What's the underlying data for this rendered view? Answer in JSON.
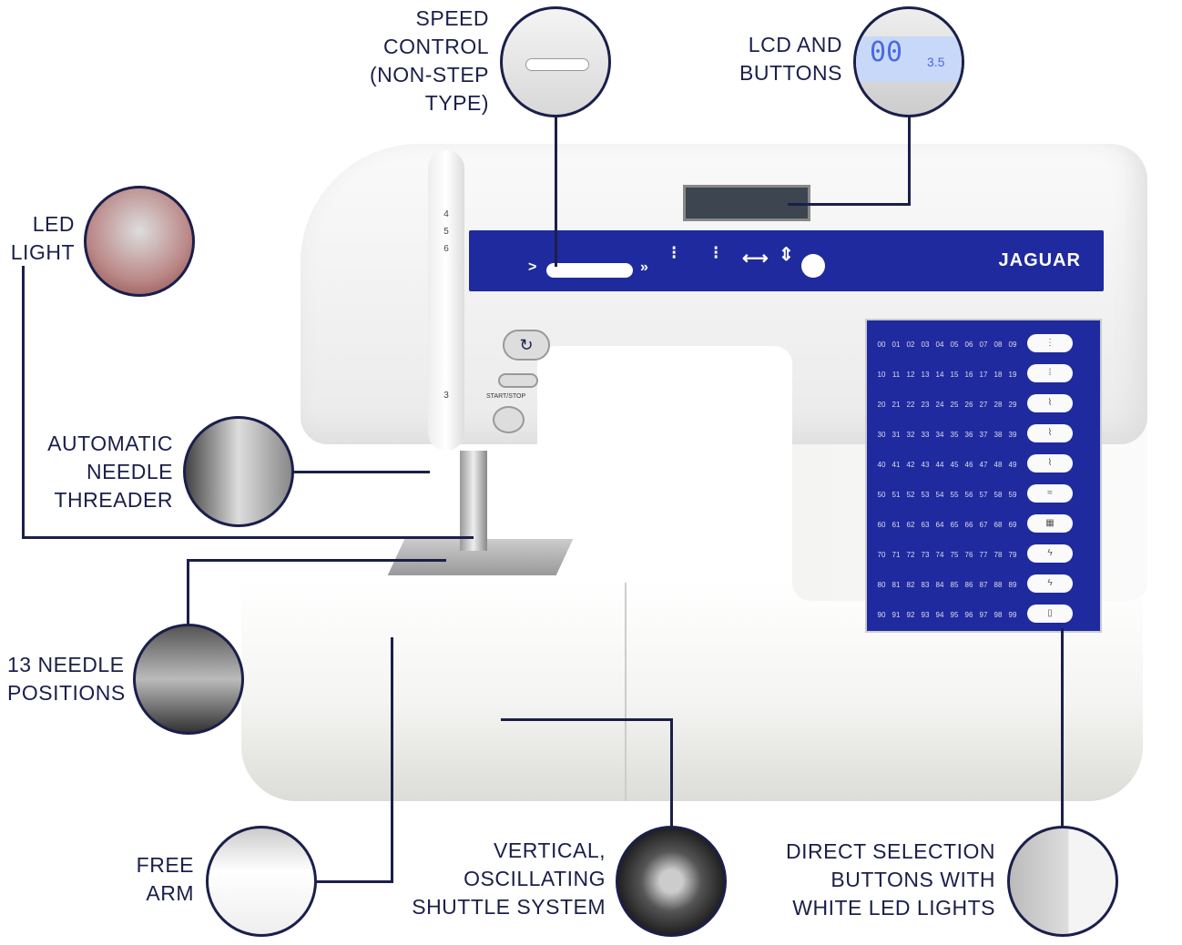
{
  "callouts": {
    "speed_control": "SPEED\nCONTROL\n(NON-STEP\nTYPE)",
    "lcd_buttons": "LCD AND\nBUTTONS",
    "led_light": "LED\nLIGHT",
    "needle_threader": "AUTOMATIC\nNEEDLE\nTHREADER",
    "needle_positions": "13 NEEDLE\nPOSITIONS",
    "free_arm": "FREE\nARM",
    "shuttle": "VERTICAL,\nOSCILLATING\nSHUTTLE SYSTEM",
    "direct_selection": "DIRECT SELECTION\nBUTTONS WITH\nWHITE LED LIGHTS"
  },
  "machine": {
    "brand": "JAGUAR",
    "start_stop": "START/STOP",
    "lcd_pattern": "00",
    "lcd_width": "3.5",
    "dial_numbers": [
      "4",
      "5",
      "6"
    ],
    "thread_guide": "3",
    "stitch_numbers": [
      "00",
      "01",
      "02",
      "03",
      "04",
      "05",
      "06",
      "07",
      "08",
      "09",
      "10",
      "11",
      "12",
      "13",
      "14",
      "15",
      "16",
      "17",
      "18",
      "19",
      "20",
      "21",
      "22",
      "23",
      "24",
      "25",
      "26",
      "27",
      "28",
      "29",
      "30",
      "31",
      "32",
      "33",
      "34",
      "35",
      "36",
      "37",
      "38",
      "39",
      "40",
      "41",
      "42",
      "43",
      "44",
      "45",
      "46",
      "47",
      "48",
      "49",
      "50",
      "51",
      "52",
      "53",
      "54",
      "55",
      "56",
      "57",
      "58",
      "59",
      "60",
      "61",
      "62",
      "63",
      "64",
      "65",
      "66",
      "67",
      "68",
      "69",
      "70",
      "71",
      "72",
      "73",
      "74",
      "75",
      "76",
      "77",
      "78",
      "79",
      "80",
      "81",
      "82",
      "83",
      "84",
      "85",
      "86",
      "87",
      "88",
      "89",
      "90",
      "91",
      "92",
      "93",
      "94",
      "95",
      "96",
      "97",
      "98",
      "99"
    ]
  },
  "colors": {
    "navy": "#1a1f4a",
    "panel_blue": "#1f2a9e"
  }
}
